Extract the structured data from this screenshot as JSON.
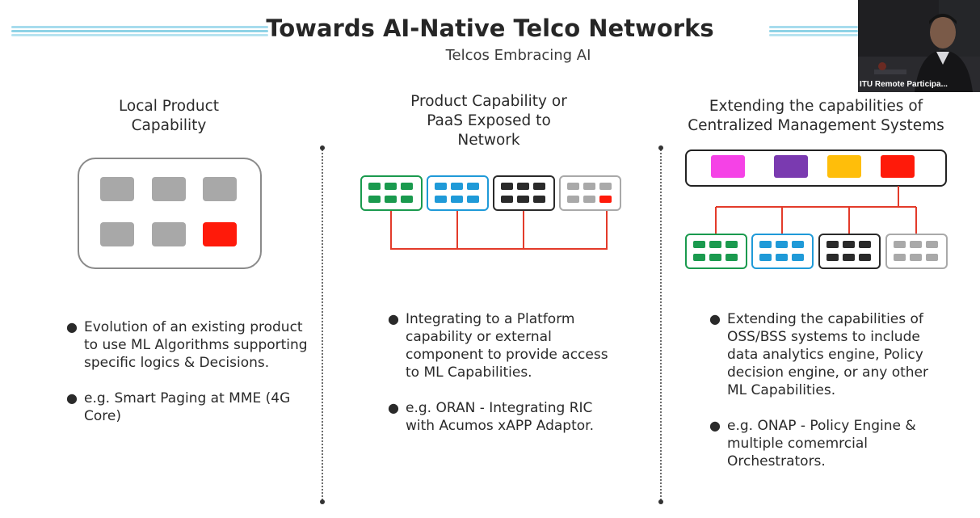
{
  "slide": {
    "title": "Towards AI-Native Telco Networks",
    "subtitle": "Telcos Embracing AI"
  },
  "columns": [
    {
      "heading": [
        "Local Product",
        "Capability"
      ],
      "bullets": [
        "Evolution of an existing product to use ML Algorithms supporting specific logics & Decisions.",
        "e.g. Smart Paging at MME (4G Core)"
      ]
    },
    {
      "heading": [
        "Product Capability or",
        "PaaS  Exposed to",
        "Network"
      ],
      "bullets": [
        "Integrating to a Platform capability or external component to provide access to ML Capabilities.",
        "e.g.  ORAN - Integrating RIC with Acumos xAPP Adaptor."
      ]
    },
    {
      "heading": [
        "Extending the capabilities of",
        "Centralized Management Systems"
      ],
      "bullets": [
        "Extending the capabilities of OSS/BSS systems to include data analytics engine, Policy decision engine, or any other ML Capabilities.",
        "e.g.  ONAP - Policy Engine & multiple comemrcial Orchestrators."
      ]
    }
  ],
  "webcam": {
    "label": "ITU Remote Participa..."
  },
  "colors": {
    "green": "#1a9a4e",
    "blue": "#1f9ad8",
    "black": "#2a2a2a",
    "gray": "#a9a9a9",
    "red": "#ff1a0a",
    "magenta": "#f542e6",
    "purple": "#7a3ab0",
    "yellow": "#ffbe0a",
    "connector": "#e33b2a",
    "deco_stripe": "#8fd3e6"
  }
}
